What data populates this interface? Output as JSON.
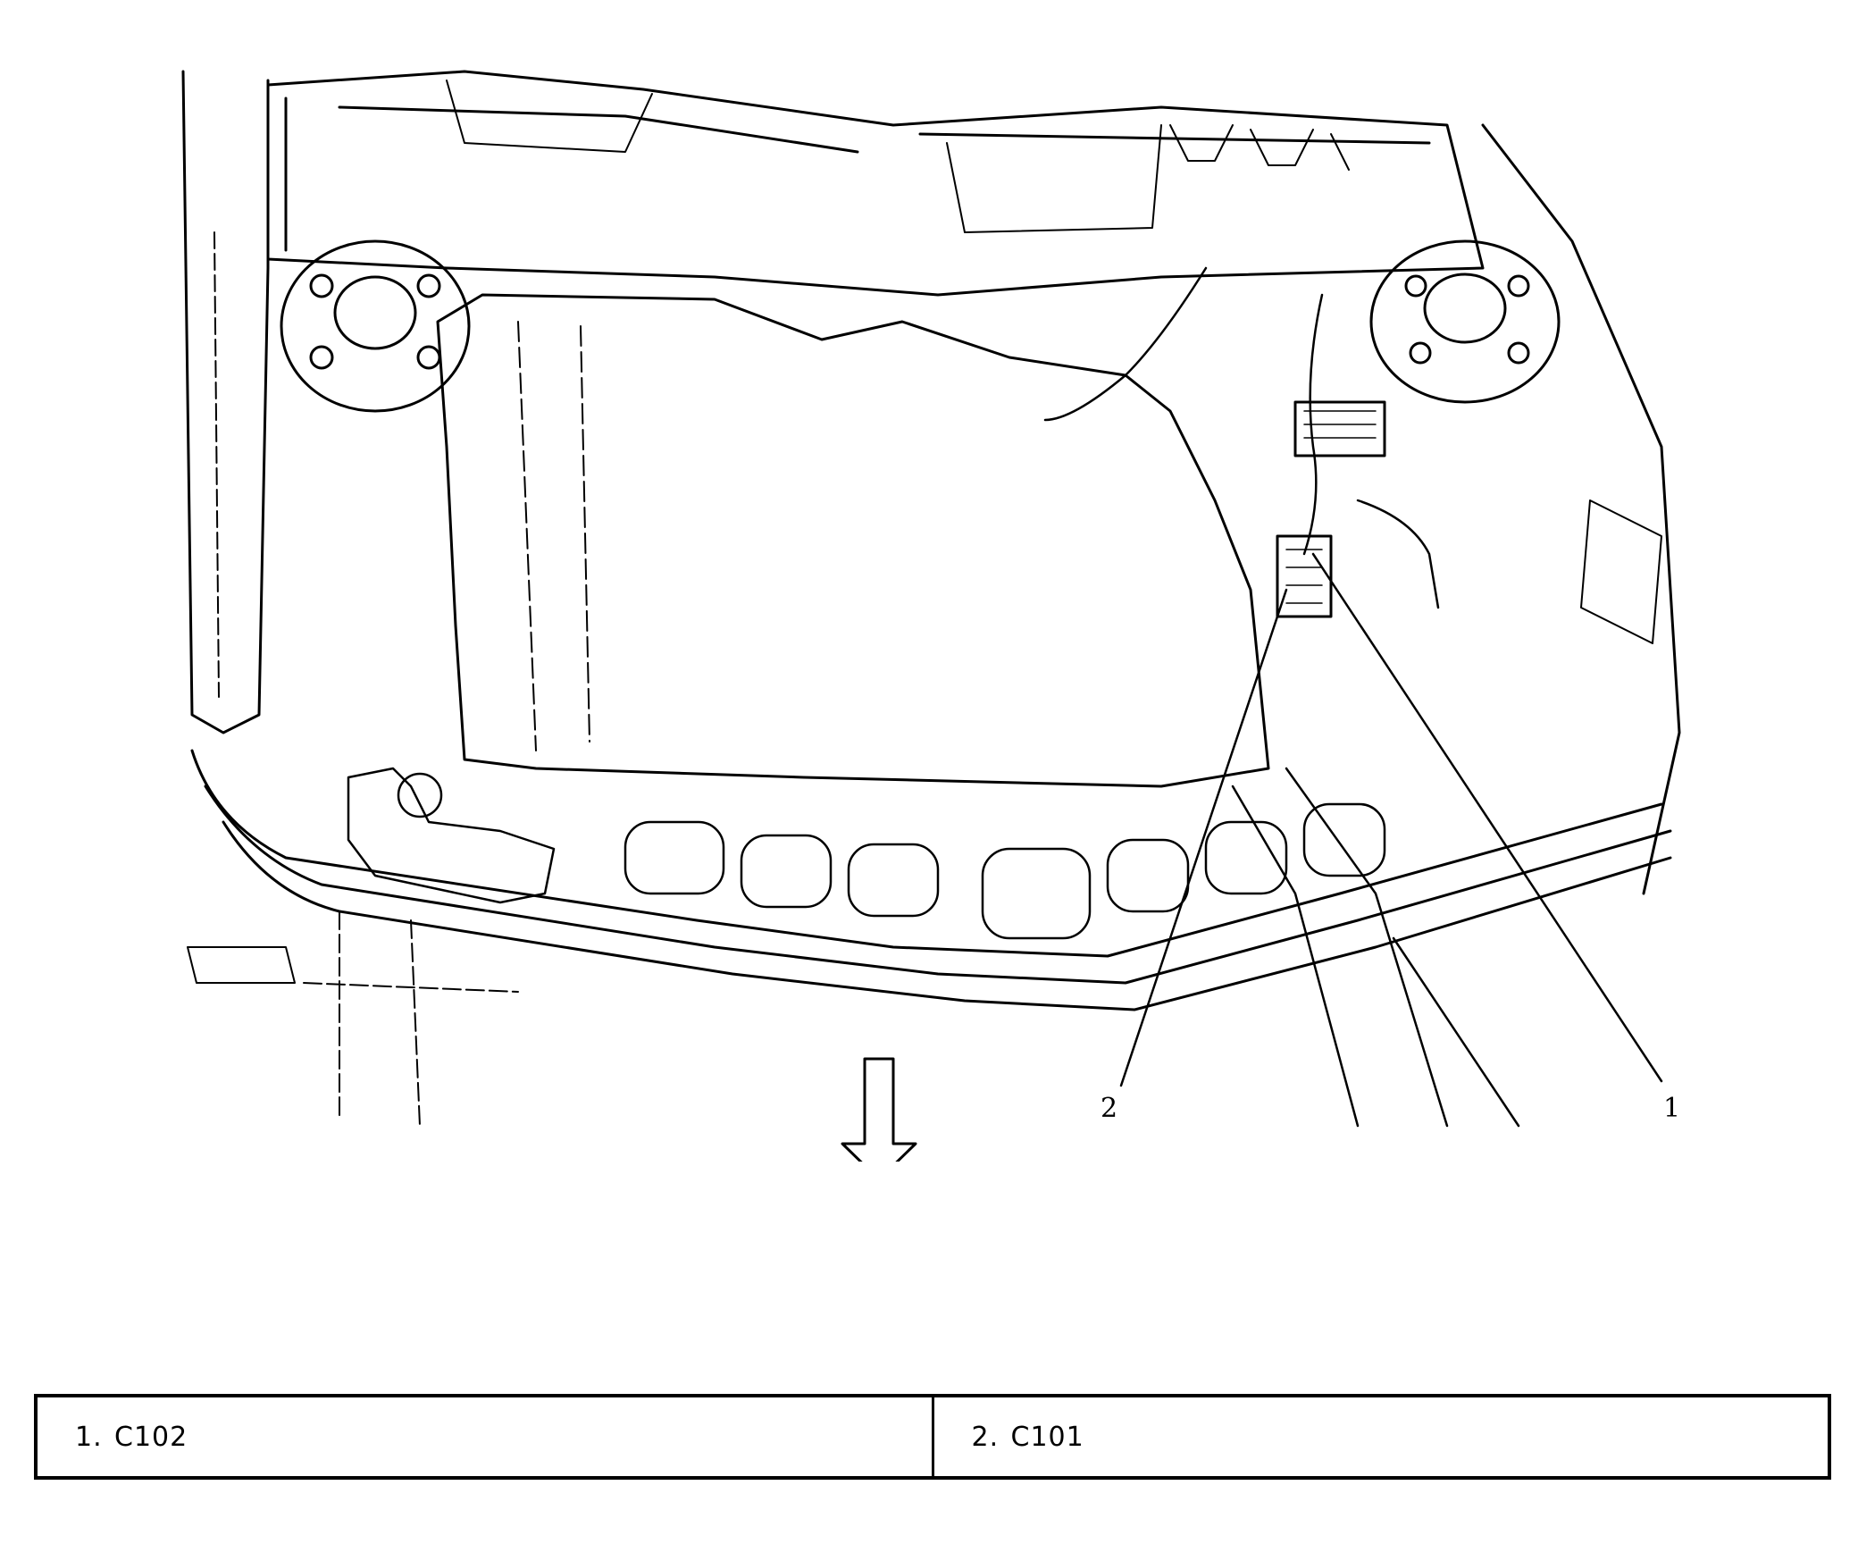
{
  "diagram": {
    "callouts": [
      {
        "id": "1",
        "label": "1"
      },
      {
        "id": "2",
        "label": "2"
      }
    ],
    "view_arrow": "down-arrow-icon"
  },
  "legend": {
    "items": [
      {
        "number": "1.",
        "text": "C102"
      },
      {
        "number": "2.",
        "text": "C101"
      }
    ]
  }
}
